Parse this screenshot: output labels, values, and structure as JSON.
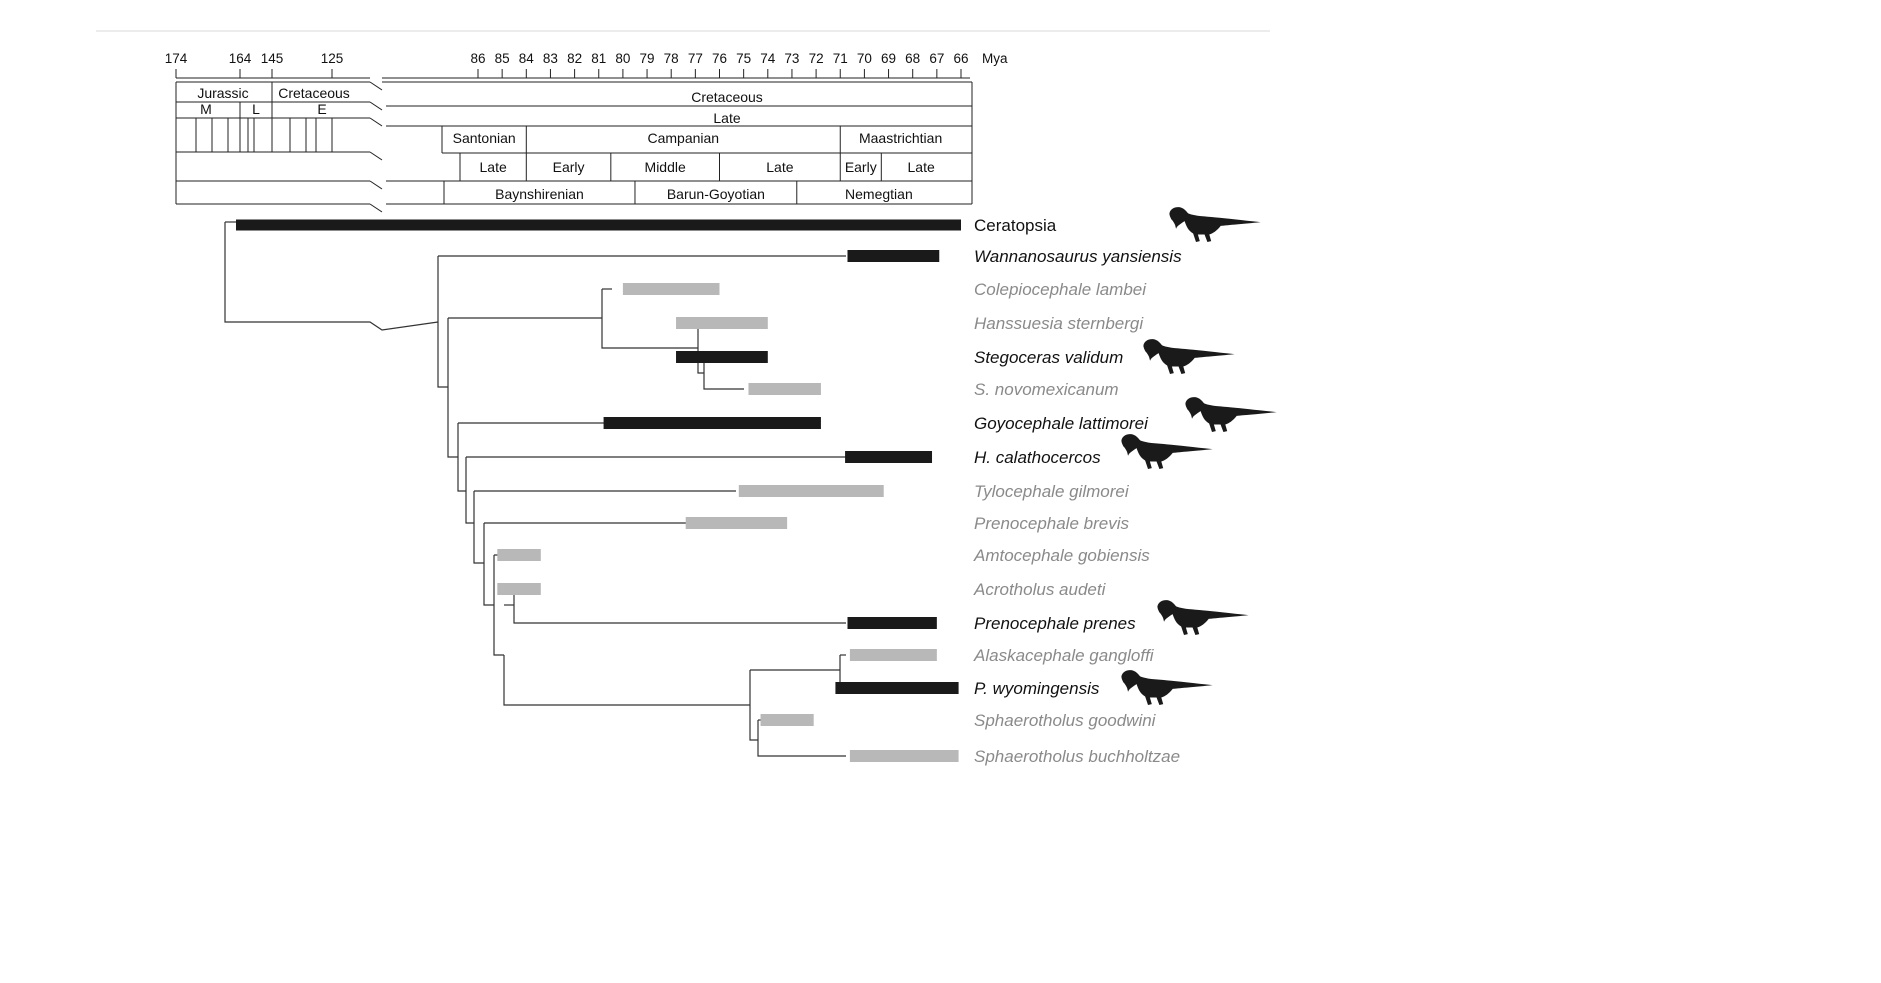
{
  "timescale": {
    "unit": "Mya",
    "left_ticks": [
      "174",
      "164",
      "145",
      "125"
    ],
    "right_ticks": [
      "86",
      "85",
      "84",
      "83",
      "82",
      "81",
      "80",
      "79",
      "78",
      "77",
      "76",
      "75",
      "74",
      "73",
      "72",
      "71",
      "70",
      "69",
      "68",
      "67",
      "66"
    ]
  },
  "strat": {
    "row1_left": [
      "Jurassic",
      "Cretaceous"
    ],
    "row1_right": "Cretaceous",
    "row2_left": [
      "M",
      "L",
      "E"
    ],
    "row2_right": "Late",
    "stages": [
      {
        "label": "Santonian",
        "from": 86,
        "to": 84
      },
      {
        "label": "Campanian",
        "from": 84,
        "to": 71
      },
      {
        "label": "Maastrichtian",
        "from": 71,
        "to": 66
      }
    ],
    "substages": [
      {
        "label": "Late",
        "from": 85.3,
        "to": 84
      },
      {
        "label": "Early",
        "from": 84,
        "to": 80.5
      },
      {
        "label": "Middle",
        "from": 80.5,
        "to": 76
      },
      {
        "label": "Late",
        "from": 76,
        "to": 71
      },
      {
        "label": "Early",
        "from": 71,
        "to": 69.3
      },
      {
        "label": "Late",
        "from": 69.3,
        "to": 66
      }
    ],
    "faunas": [
      {
        "label": "Baynshirenian",
        "from": 86,
        "to": 79.5
      },
      {
        "label": "Barun-Goyotian",
        "from": 79.5,
        "to": 72.8
      },
      {
        "label": "Nemegtian",
        "from": 72.8,
        "to": 66
      }
    ]
  },
  "colors": {
    "asian": "#1a1a1a",
    "other": "#b8b8b8",
    "line": "#333333"
  },
  "taxa": [
    {
      "name": "Ceratopsia",
      "asian": true,
      "italic": false,
      "from": 164,
      "to": 66,
      "silhouette": true
    },
    {
      "name": "Wannanosaurus yansiensis",
      "asian": true,
      "italic": true,
      "from": 70.7,
      "to": 66.9,
      "silhouette": false
    },
    {
      "name": "Colepiocephale lambei",
      "asian": false,
      "italic": true,
      "from": 80.0,
      "to": 76.0,
      "silhouette": false
    },
    {
      "name": "Hanssuesia sternbergi",
      "asian": false,
      "italic": true,
      "from": 77.8,
      "to": 74.0,
      "silhouette": false
    },
    {
      "name": "Stegoceras validum",
      "asian": true,
      "italic": true,
      "from": 77.8,
      "to": 74.0,
      "silhouette": true
    },
    {
      "name": "S. novomexicanum",
      "asian": false,
      "italic": true,
      "from": 74.8,
      "to": 71.8,
      "silhouette": false
    },
    {
      "name": "Goyocephale lattimorei",
      "asian": true,
      "italic": true,
      "from": 80.8,
      "to": 71.8,
      "silhouette": true
    },
    {
      "name": "H. calathocercos",
      "asian": true,
      "italic": true,
      "from": 70.8,
      "to": 67.2,
      "silhouette": true
    },
    {
      "name": "Tylocephale gilmorei",
      "asian": false,
      "italic": true,
      "from": 75.2,
      "to": 69.2,
      "silhouette": false
    },
    {
      "name": "Prenocephale brevis",
      "asian": false,
      "italic": true,
      "from": 77.4,
      "to": 73.2,
      "silhouette": false
    },
    {
      "name": "Amtocephale gobiensis",
      "asian": false,
      "italic": true,
      "from": 85.2,
      "to": 83.4,
      "silhouette": false
    },
    {
      "name": "Acrotholus audeti",
      "asian": false,
      "italic": true,
      "from": 85.2,
      "to": 83.4,
      "silhouette": false
    },
    {
      "name": "Prenocephale prenes",
      "asian": true,
      "italic": true,
      "from": 70.7,
      "to": 67.0,
      "silhouette": true
    },
    {
      "name": "Alaskacephale gangloffi",
      "asian": false,
      "italic": true,
      "from": 70.6,
      "to": 67.0,
      "silhouette": false
    },
    {
      "name": "P. wyomingensis",
      "asian": true,
      "italic": true,
      "from": 71.2,
      "to": 66.1,
      "silhouette": true
    },
    {
      "name": "Sphaerotholus goodwini",
      "asian": false,
      "italic": true,
      "from": 74.3,
      "to": 72.1,
      "silhouette": false
    },
    {
      "name": "Sphaerotholus buchholtzae",
      "asian": false,
      "italic": true,
      "from": 70.6,
      "to": 66.1,
      "silhouette": false
    }
  ],
  "silhouette_icon": "pachycephalosaur-silhouette-icon"
}
